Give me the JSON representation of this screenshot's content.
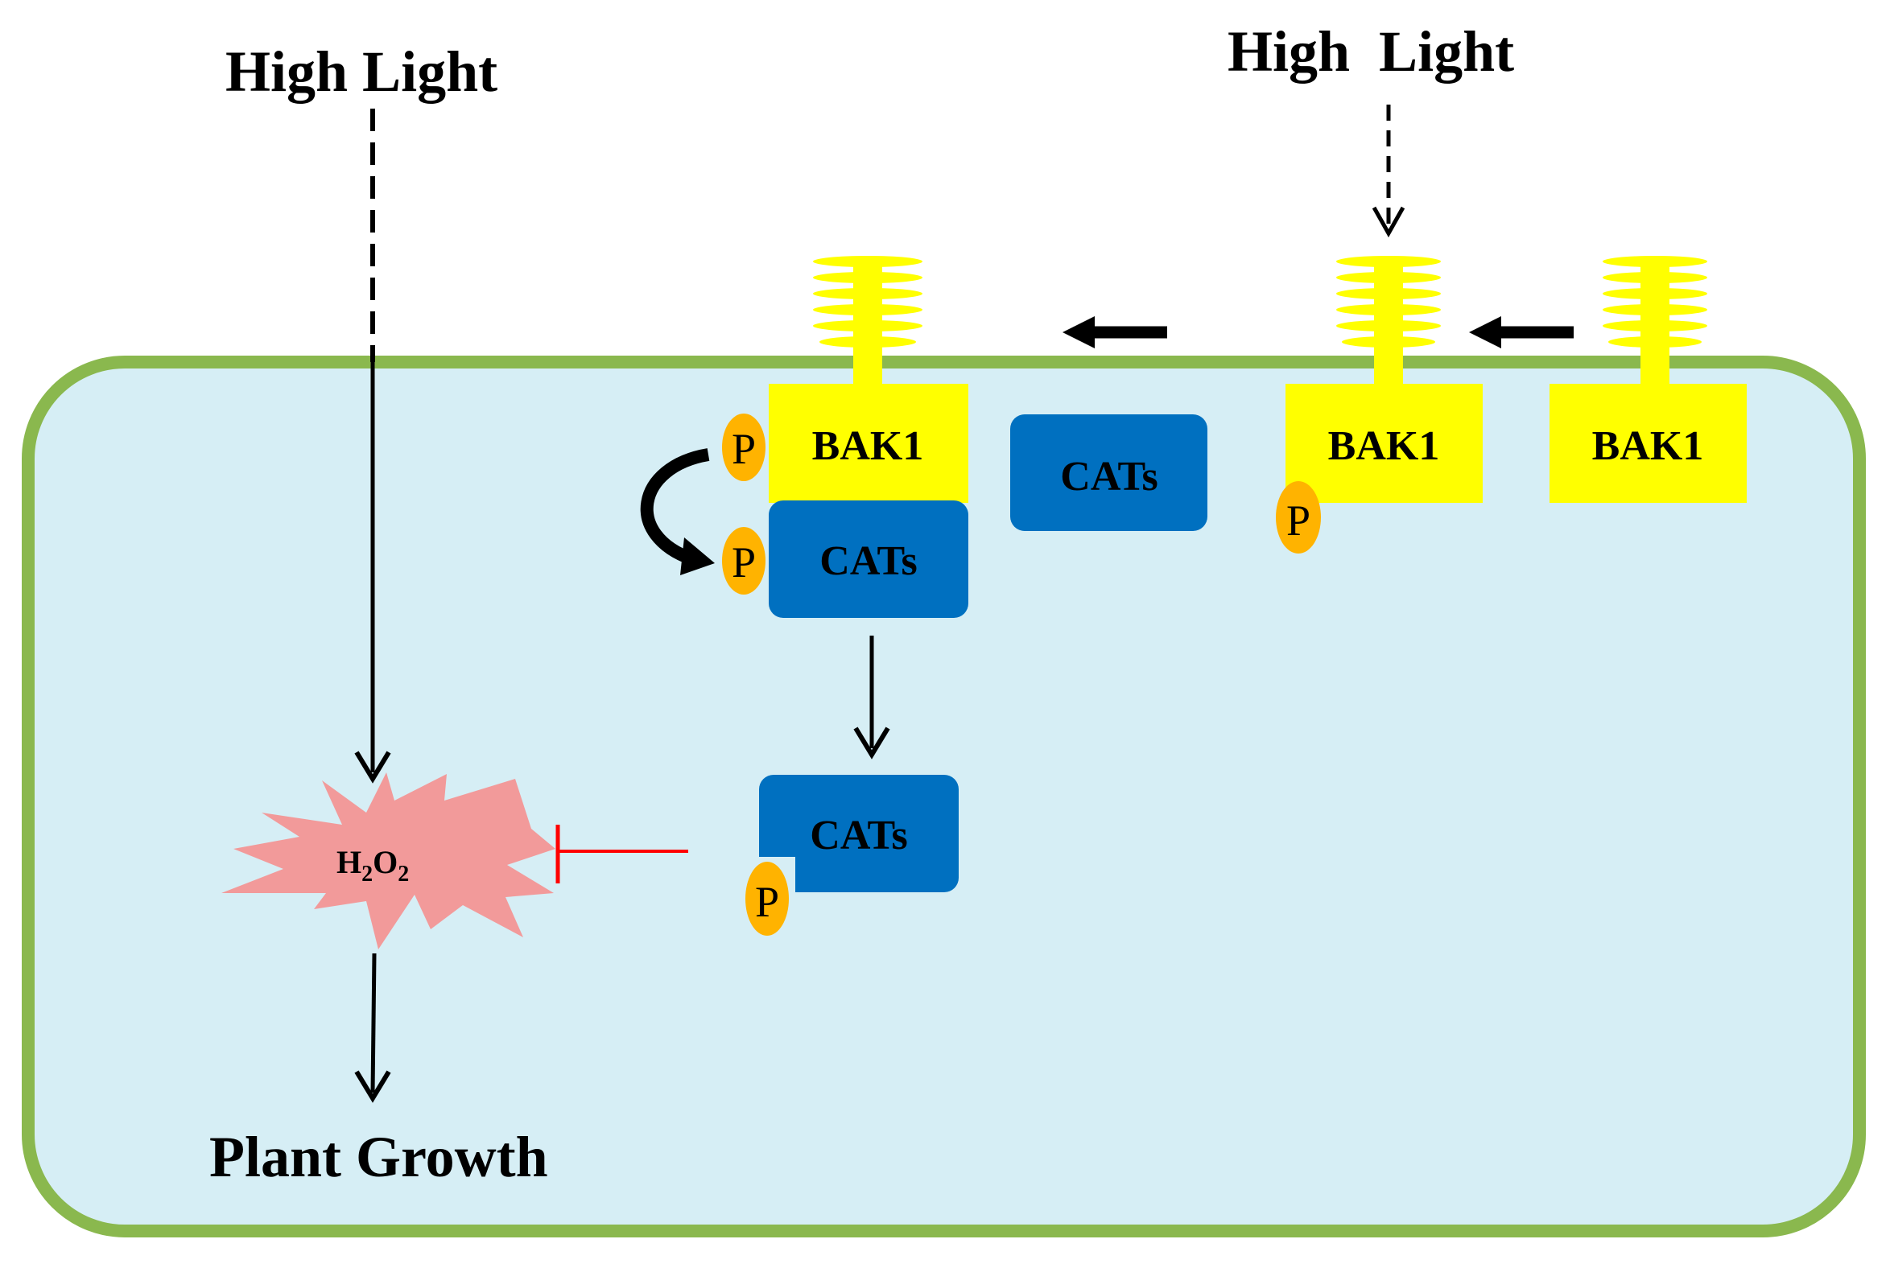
{
  "labels": {
    "high_light_left": "High Light",
    "high_light_right": "High  Light",
    "plant_growth": "Plant Growth",
    "h2o2_main": "H",
    "h2o2_sub1": "2",
    "h2o2_mid": "O",
    "h2o2_sub2": "2"
  },
  "proteins": {
    "bak1": "BAK1",
    "cats": "CATs",
    "phospho": "P"
  },
  "colors": {
    "cell_fill": "#d6eef5",
    "cell_border": "#8ab84e",
    "bak1": "#ffff00",
    "cats": "#0070c0",
    "phospho": "#ffb300",
    "h2o2_burst": "#f29a9a",
    "inhibition": "#ff0000"
  }
}
